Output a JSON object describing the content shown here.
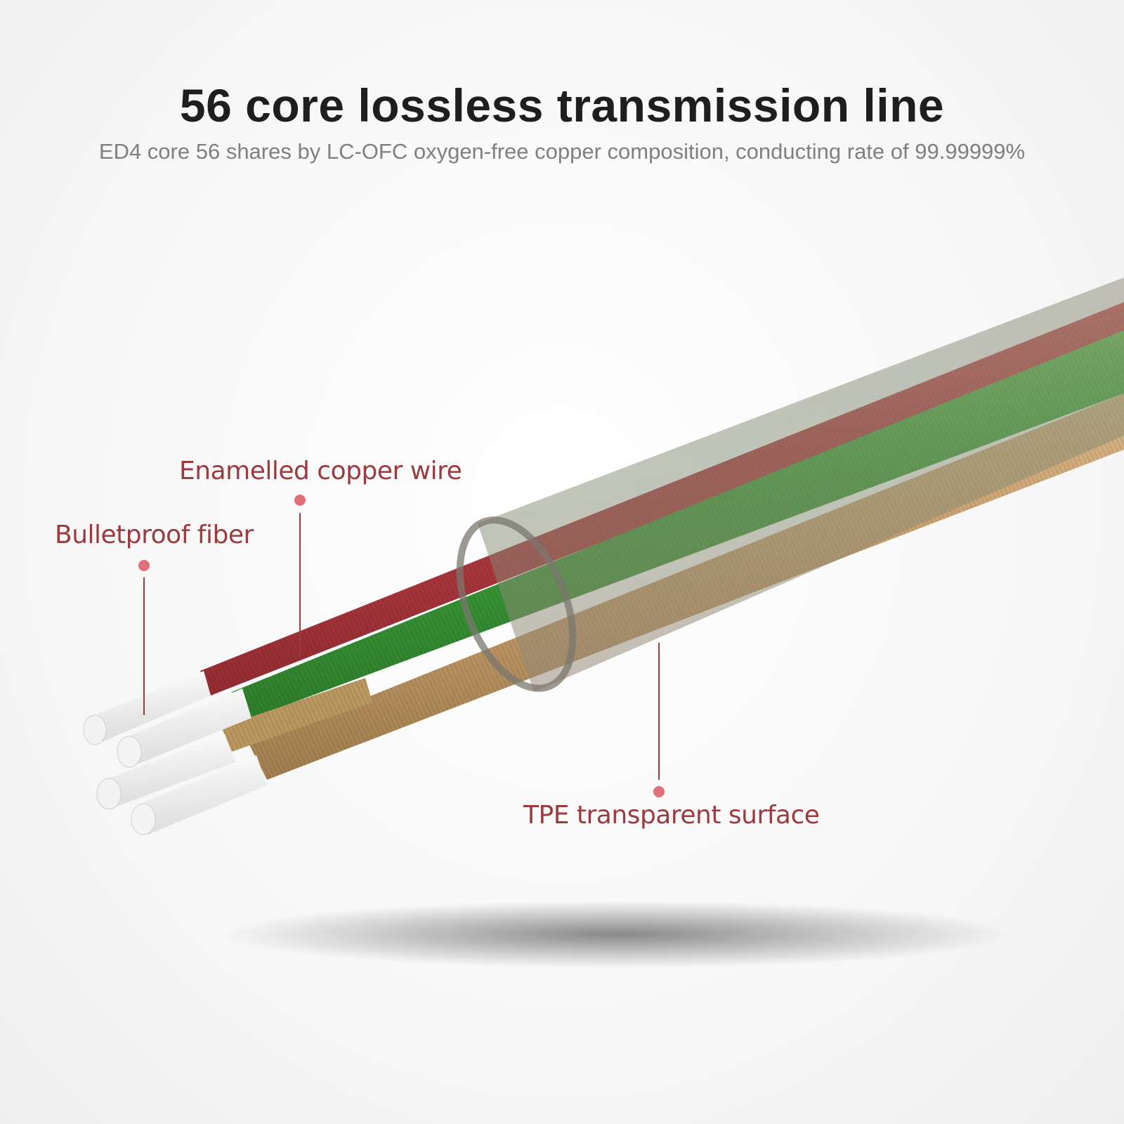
{
  "header": {
    "title": "56 core lossless transmission line",
    "subtitle": "ED4 core 56 shares by LC-OFC oxygen-free copper composition, conducting rate of 99.99999%"
  },
  "callouts": {
    "enamelled_copper_wire": "Enamelled copper wire",
    "bulletproof_fiber": "Bulletproof fiber",
    "tpe_transparent_surface": "TPE transparent surface"
  },
  "colors": {
    "callout_text": "#9b3a3f",
    "callout_dot": "#e0707a",
    "red_wire": "#c8484e",
    "green_wire": "#4fb84a",
    "gold_wire": "#c9a777",
    "jacket": "#8a8c7a"
  }
}
